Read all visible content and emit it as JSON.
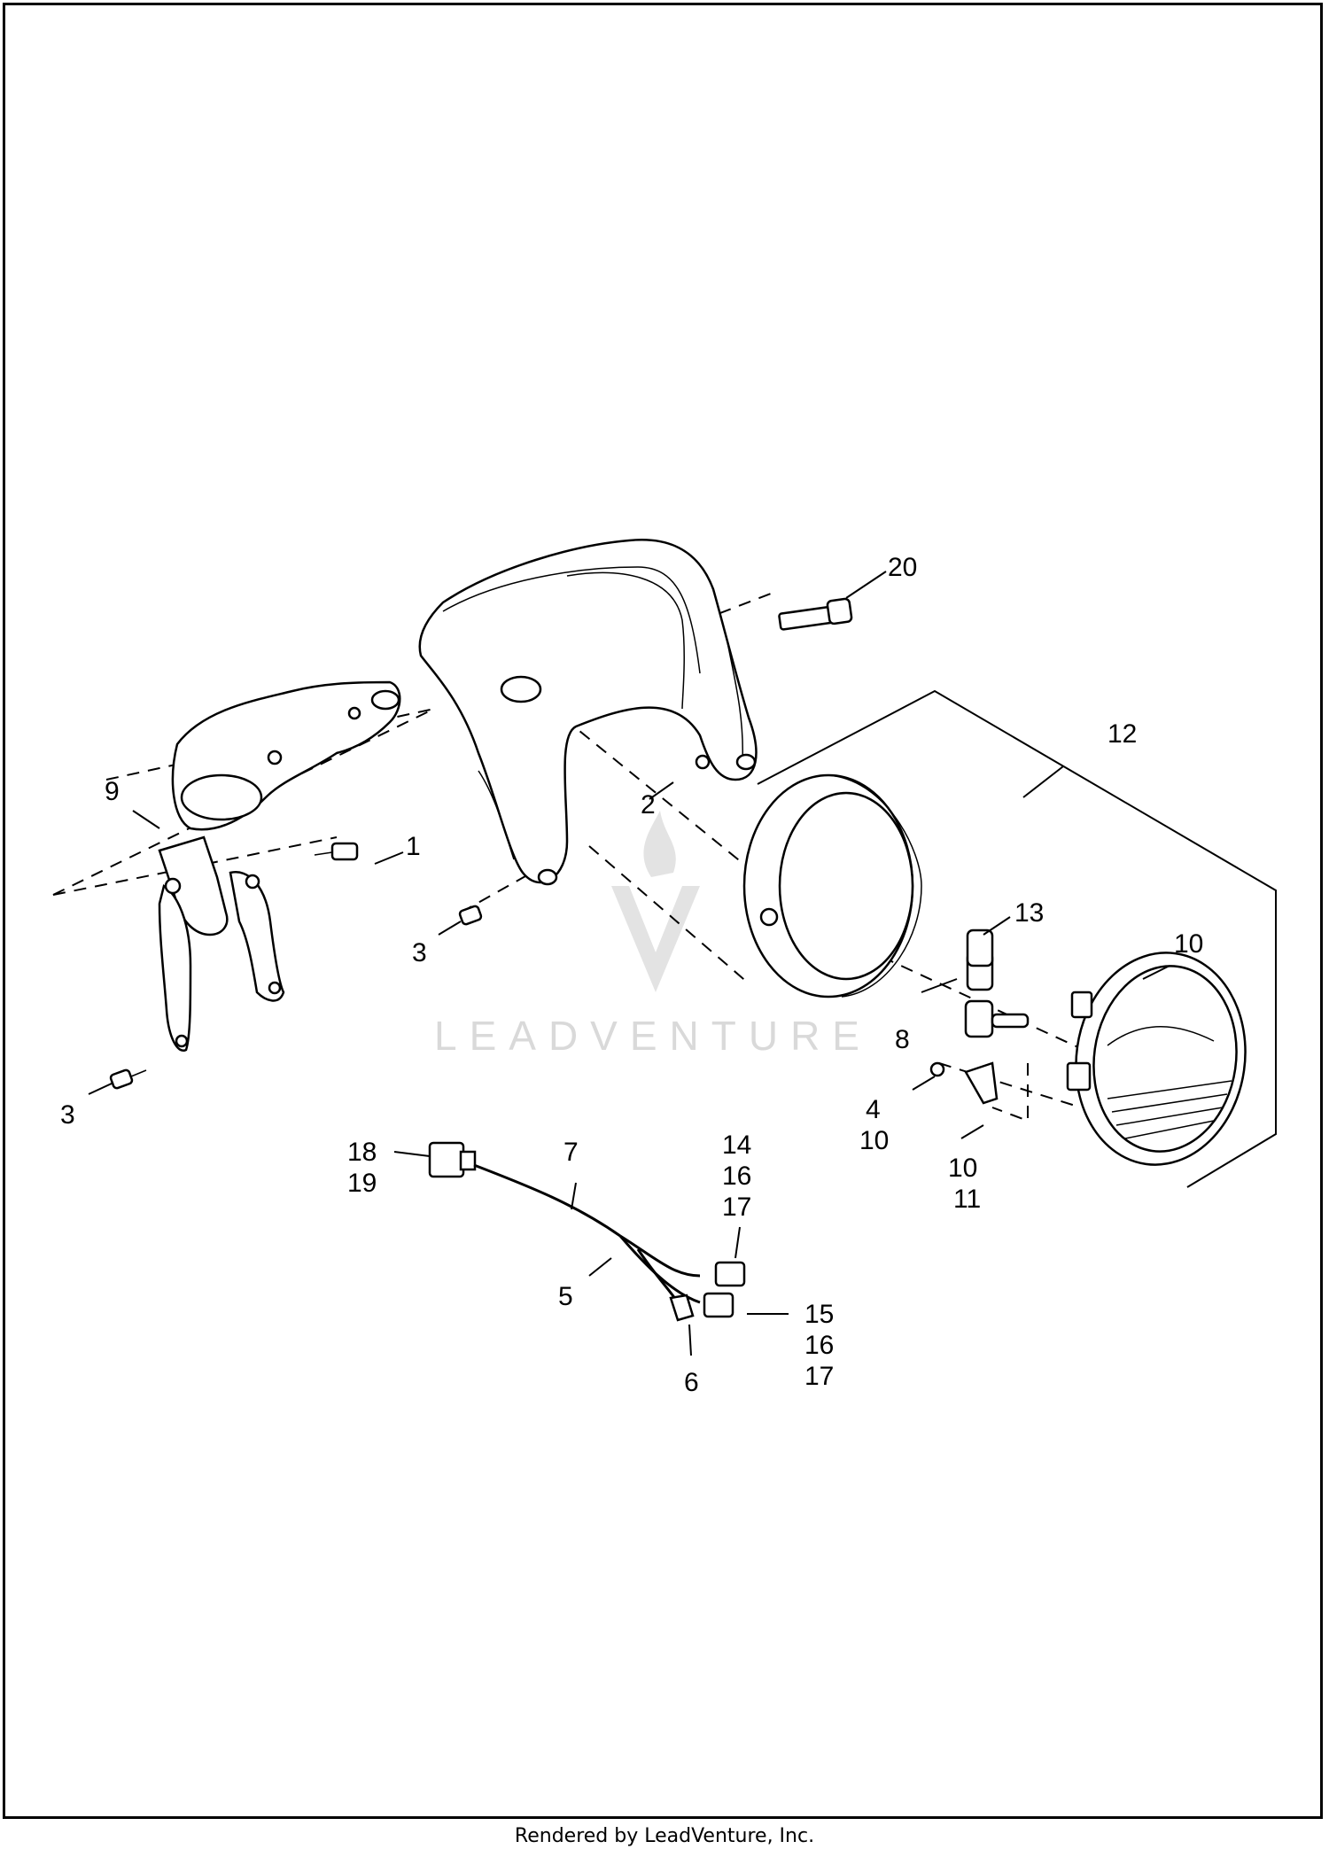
{
  "diagram": {
    "callouts": {
      "c1": "1",
      "c2": "2",
      "c3a": "3",
      "c3b": "3",
      "c4": "4",
      "c5": "5",
      "c6": "6",
      "c7": "7",
      "c8": "8",
      "c9": "9",
      "c10a": "10",
      "c10b": "10",
      "c10c": "10",
      "c11": "11",
      "c12": "12",
      "c13": "13",
      "c14": "14",
      "c15": "15",
      "c16a": "16",
      "c16b": "16",
      "c17a": "17",
      "c17b": "17",
      "c18": "18",
      "c19": "19",
      "c20": "20"
    },
    "watermark": "LEADVENTURE"
  },
  "footer": {
    "text": "Rendered by LeadVenture, Inc."
  }
}
